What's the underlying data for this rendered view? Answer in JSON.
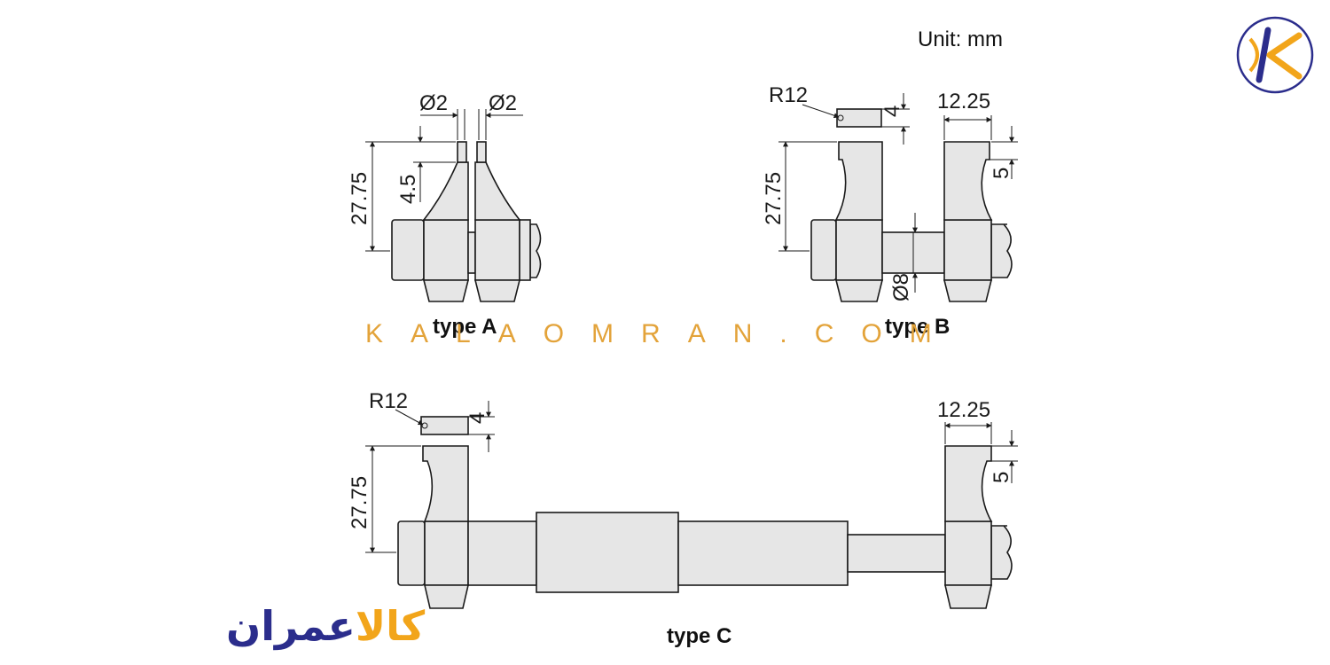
{
  "unit": "Unit: mm",
  "watermark": "KALAOMRAN.COM",
  "brand": {
    "text_a": "کالا",
    "text_b": "عمران",
    "color_a": "#f2a51a",
    "color_b": "#2b2d8c"
  },
  "type_a": {
    "label": "type A",
    "dia_left": "Ø2",
    "dia_right": "Ø2",
    "height": "27.75",
    "tip": "4.5"
  },
  "type_b": {
    "label": "type B",
    "radius": "R12",
    "thick": "4",
    "width": "12.25",
    "height": "27.75",
    "depth": "5",
    "shaft": "Ø8"
  },
  "type_c": {
    "label": "type C",
    "radius": "R12",
    "thick": "4",
    "width": "12.25",
    "height": "27.75",
    "depth": "5"
  },
  "colors": {
    "part_fill": "#e6e6e6",
    "line": "#1a1a1a",
    "watermark": "#e3a33a",
    "logo_blue": "#2b2d8c",
    "logo_orange": "#f2a51a"
  }
}
